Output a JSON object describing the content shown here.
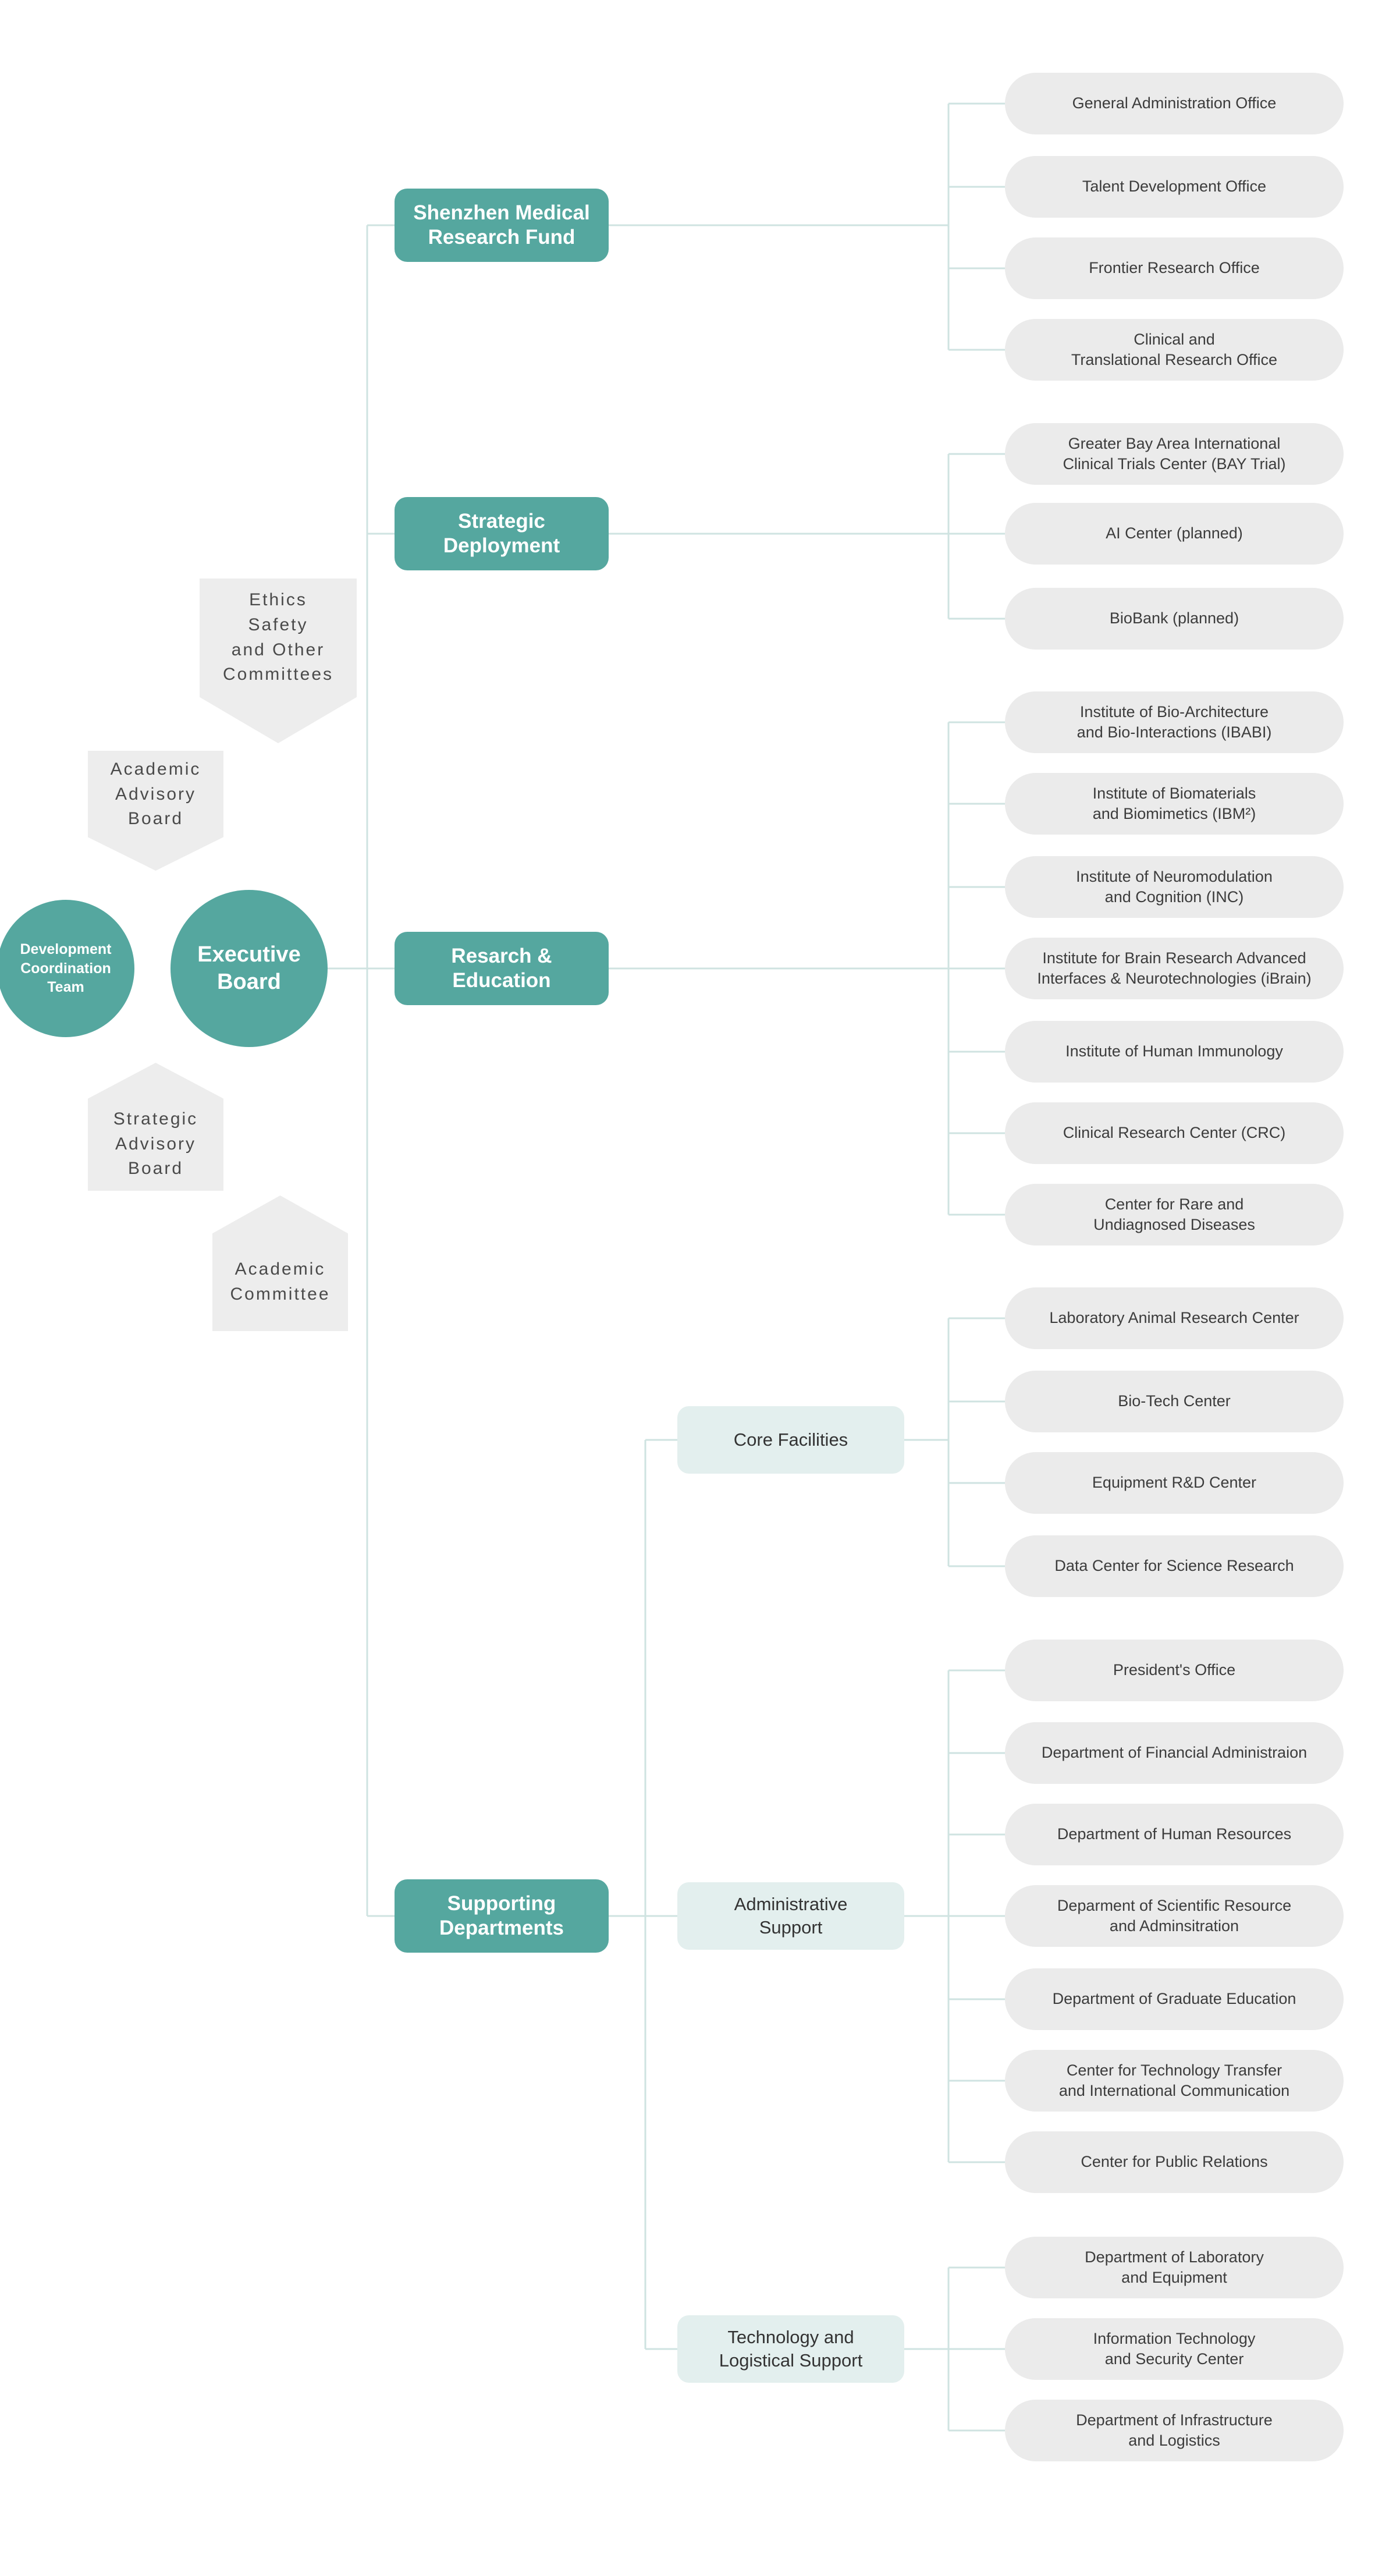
{
  "palette": {
    "teal": "#55a79f",
    "pale_teal": "#e3efee",
    "pill_gray": "#ebebeb",
    "shape_gray": "#ededed",
    "line": "#cfe3e1",
    "text_dark": "#3c3c3c",
    "text_white": "#ffffff"
  },
  "board": {
    "executive": "Executive\nBoard",
    "development_team": "Development\nCoordination\nTeam"
  },
  "committees": [
    {
      "label": "Ethics\nSafety\nand Other\nCommittees"
    },
    {
      "label": "Academic\nAdvisory\nBoard"
    },
    {
      "label": "Strategic\nAdvisory\nBoard"
    },
    {
      "label": "Academic\nCommittee"
    }
  ],
  "branches": [
    {
      "label": "Shenzhen Medical\nResearch Fund",
      "children": [
        "General Administration Office",
        "Talent Development Office",
        "Frontier Research Office",
        "Clinical and\nTranslational Research Office"
      ]
    },
    {
      "label": "Strategic\nDeployment",
      "children": [
        "Greater Bay Area International\nClinical Trials Center (BAY Trial)",
        "AI Center (planned)",
        "BioBank (planned)"
      ]
    },
    {
      "label": "Resarch &\nEducation",
      "children": [
        "Institute of Bio-Architecture\nand Bio-Interactions (IBABI)",
        "Institute of Biomaterials\nand Biomimetics (IBM²)",
        "Institute of Neuromodulation\nand Cognition (INC)",
        "Institute for Brain Research Advanced\nInterfaces & Neurotechnologies (iBrain)",
        "Institute of Human Immunology",
        "Clinical Research Center (CRC)",
        "Center for Rare and\nUndiagnosed Diseases"
      ]
    },
    {
      "label": "Supporting\nDepartments",
      "subgroups": [
        {
          "label": "Core Facilities",
          "children": [
            "Laboratory Animal Research Center",
            "Bio-Tech Center",
            "Equipment R&D Center",
            "Data Center for Science Research"
          ]
        },
        {
          "label": "Administrative\nSupport",
          "children": [
            "President's Office",
            "Department of Financial Administraion",
            "Department of Human Resources",
            "Deparment of Scientific Resource\nand Adminsitration",
            "Department of Graduate Education",
            "Center for Technology Transfer\nand International Communication",
            "Center for Public Relations"
          ]
        },
        {
          "label": "Technology and\nLogistical Support",
          "children": [
            "Department of Laboratory\nand Equipment",
            "Information Technology\nand Security Center",
            "Department of Infrastructure\nand Logistics"
          ]
        }
      ]
    }
  ]
}
